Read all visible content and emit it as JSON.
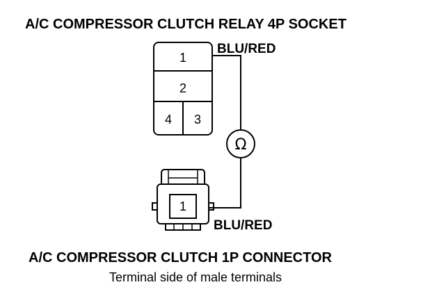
{
  "relay_socket": {
    "title": "A/C COMPRESSOR CLUTCH RELAY 4P SOCKET",
    "terminals": [
      "1",
      "2",
      "4",
      "3"
    ],
    "wire_label": "BLU/RED"
  },
  "meter": {
    "symbol": "Ω"
  },
  "clutch_connector": {
    "terminal": "1",
    "wire_label": "BLU/RED",
    "title": "A/C COMPRESSOR CLUTCH 1P CONNECTOR",
    "subtitle": "Terminal side of male terminals"
  }
}
